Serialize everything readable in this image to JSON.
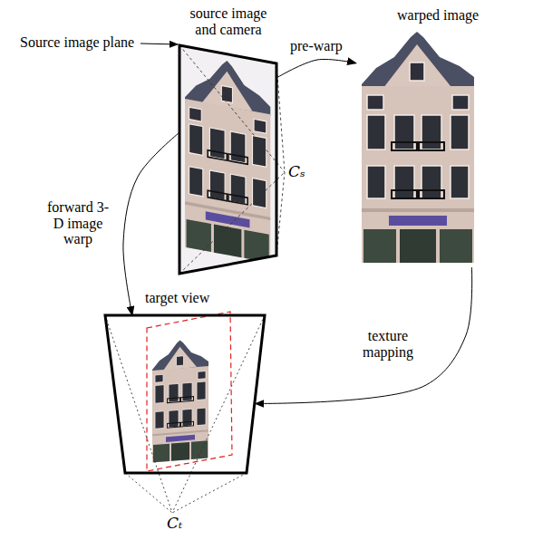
{
  "diagram": {
    "nodes": [
      {
        "text": [
          "source image and camera"
        ]
      },
      {
        "text": [
          "warped image"
        ]
      },
      {
        "text": [
          "target view"
        ]
      }
    ],
    "edges": [
      {
        "from": 0,
        "to": 1,
        "arrow": "to",
        "label": "pre-warp"
      },
      {
        "from": 1,
        "to": 2,
        "arrow": "to",
        "label": "texture mapping"
      },
      {
        "from": 0,
        "to": 2,
        "arrow": "to",
        "label": "forward 3-D image warp"
      }
    ],
    "labels": [
      "Source image plane",
      "Cₛ",
      "Cₜ"
    ]
  }
}
